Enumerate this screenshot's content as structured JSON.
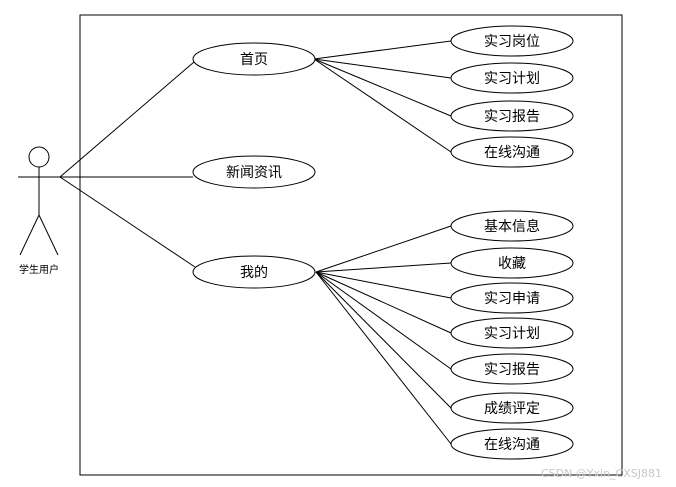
{
  "actor": {
    "label": "学生用户"
  },
  "use_cases": {
    "home": "首页",
    "news": "新闻资讯",
    "mine": "我的"
  },
  "home_children": [
    "实习岗位",
    "实习计划",
    "实习报告",
    "在线沟通"
  ],
  "mine_children": [
    "基本信息",
    "收藏",
    "实习申请",
    "实习计划",
    "实习报告",
    "成绩评定",
    "在线沟通"
  ],
  "watermark": "CSDN @Yxin_CXSJ881"
}
